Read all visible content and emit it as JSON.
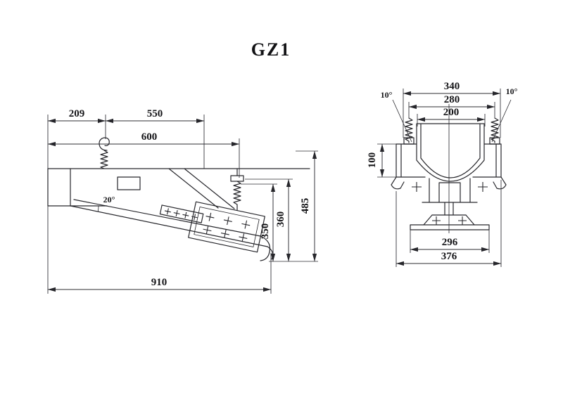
{
  "title": "GZ1",
  "side_view": {
    "dims": {
      "d209": "209",
      "d550": "550",
      "d600": "600",
      "d910": "910",
      "d485": "485",
      "d360": "360",
      "d350": "350",
      "angle": "20°"
    }
  },
  "end_view": {
    "dims": {
      "d340": "340",
      "d280": "280",
      "d200": "200",
      "d100": "100",
      "d296": "296",
      "d376": "376",
      "angle_left": "10°",
      "angle_right": "10°"
    }
  }
}
